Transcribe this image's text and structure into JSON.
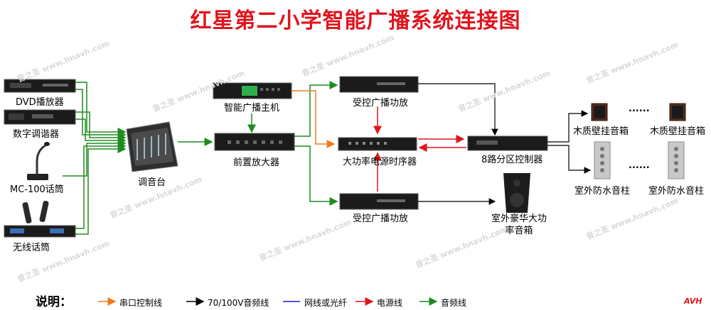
{
  "title": "红星第二小学智能广播系统连接图",
  "devices": {
    "dvd": "DVD播放器",
    "tuner": "数字调谐器",
    "mic100": "MC-100话筒",
    "wireless": "无线话筒",
    "mixer": "调音台",
    "host": "智能广播主机",
    "preamp": "前置放大器",
    "amp_top": "受控广播功放",
    "amp_bottom": "受控广播功放",
    "sequencer": "大功率电源时序器",
    "zone": "8路分区控制器",
    "outdoor_big": "室外豪华大功率音箱",
    "wall_spk_1": "木质壁挂音箱",
    "wall_spk_2": "木质壁挂音箱",
    "column_1": "室外防水音柱",
    "column_2": "室外防水音柱",
    "ellipsis_1": "......",
    "ellipsis_2": "......"
  },
  "legend": {
    "title": "说明：",
    "items": [
      {
        "label": "串口控制线",
        "color": "#f07c1e"
      },
      {
        "label": "70/100V音频线",
        "color": "#000000"
      },
      {
        "label": "网线或光纤",
        "color": "#1a1adf"
      },
      {
        "label": "电源线",
        "color": "#e0141e"
      },
      {
        "label": "音频线",
        "color": "#1e8c1e"
      }
    ]
  },
  "watermark": {
    "cn": "音之圣",
    "url": "www.hnavh.com"
  },
  "brand": "AVH"
}
